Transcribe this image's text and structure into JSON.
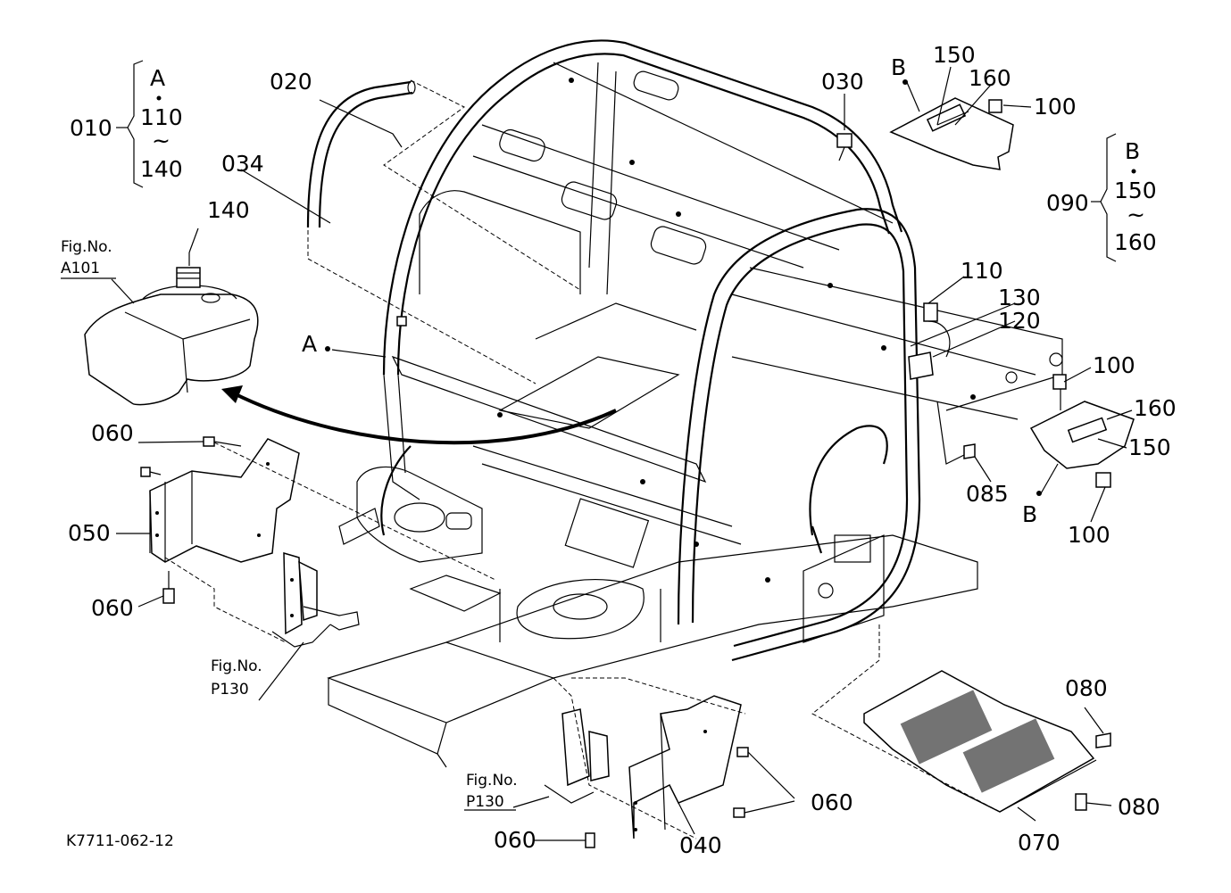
{
  "diagram": {
    "drawing_code": "K7711-062-12",
    "callouts": {
      "p010": "010",
      "p020": "020",
      "p030": "030",
      "p034": "034",
      "p040": "040",
      "p050": "050",
      "p060_a": "060",
      "p060_b": "060",
      "p060_c": "060",
      "p060_d": "060",
      "p070": "070",
      "p080_a": "080",
      "p080_b": "080",
      "p085": "085",
      "p090": "090",
      "p100_a": "100",
      "p100_b": "100",
      "p100_c": "100",
      "p110": "110",
      "p120": "120",
      "p130": "130",
      "p140": "140",
      "p150_a": "150",
      "p150_b": "150",
      "p160_a": "160",
      "p160_b": "160"
    },
    "group_a": {
      "letter": "A",
      "from": "110",
      "tilde": "~",
      "to": "140"
    },
    "group_b": {
      "letter": "B",
      "from": "150",
      "tilde": "~",
      "to": "160"
    },
    "markers": {
      "a_main": "A",
      "b_top": "B",
      "b_bottom": "B"
    },
    "fig_refs": {
      "tank": {
        "label": "Fig.No.",
        "code": "A101"
      },
      "left_bracket": {
        "label": "Fig.No.",
        "code": "P130"
      },
      "bottom_bracket": {
        "label": "Fig.No.",
        "code": "P130"
      }
    }
  }
}
